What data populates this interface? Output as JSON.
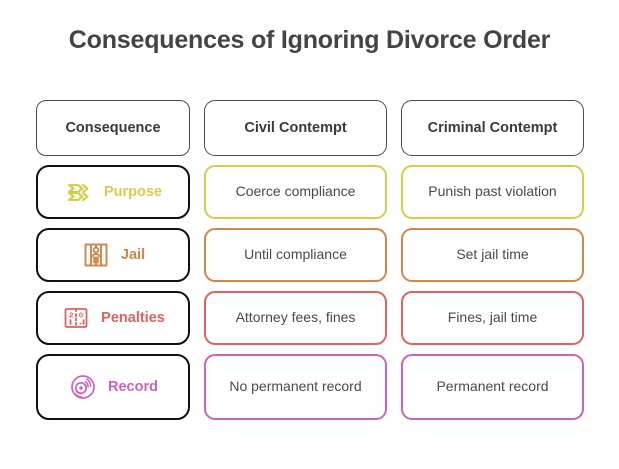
{
  "title": "Consequences of Ignoring Divorce Order",
  "colors": {
    "title": "#444444",
    "header_border": "#4b4b4b",
    "header_text": "#3a3a3a",
    "label_box_border": "#111111",
    "cell_text": "#4a4a4a",
    "background": "#ffffff",
    "row_accents": [
      "#D4CE4A",
      "#D0874A",
      "#E0615E",
      "#CC63B8"
    ]
  },
  "table": {
    "headers": [
      {
        "label": "Consequence"
      },
      {
        "label": "Civil Contempt"
      },
      {
        "label": "Criminal Contempt"
      }
    ],
    "rows": [
      {
        "label": "Purpose",
        "icon": "stacked-chevrons-icon",
        "accent": "#D4CE4A",
        "civil": "Coerce compliance",
        "criminal": "Punish past violation"
      },
      {
        "label": "Jail",
        "icon": "prisoner-behind-bars-icon",
        "accent": "#D0874A",
        "civil": "Until compliance",
        "criminal": "Set jail time"
      },
      {
        "label": "Penalties",
        "icon": "scoreboard-icon",
        "accent": "#E0615E",
        "civil": "Attorney fees, fines",
        "criminal": "Fines, jail time"
      },
      {
        "label": "Record",
        "icon": "vinyl-record-icon",
        "accent": "#CC63B8",
        "civil": "No permanent record",
        "criminal": "Permanent record"
      }
    ]
  }
}
